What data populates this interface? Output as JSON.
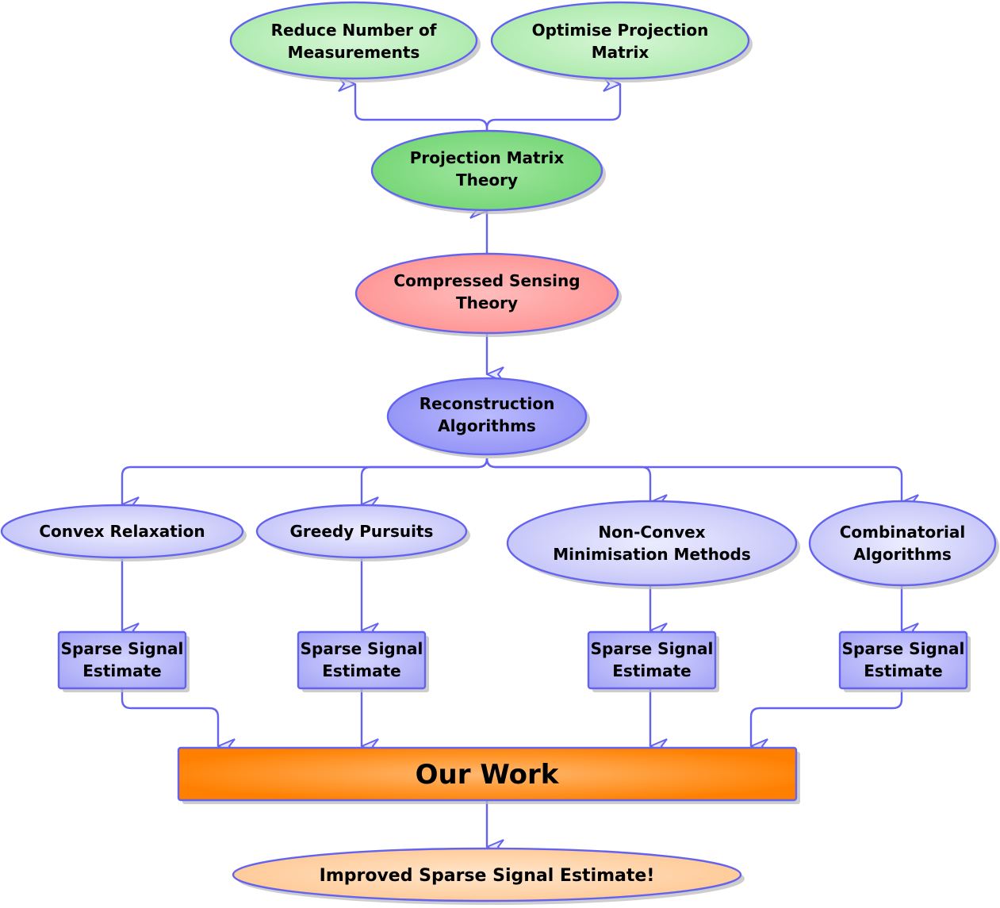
{
  "diagram": {
    "nodes": {
      "reduce_measurements": {
        "lines": [
          "Reduce Number of",
          "Measurements"
        ],
        "shape": "ellipse",
        "color": "#b8eeb8"
      },
      "optimise_matrix": {
        "lines": [
          "Optimise Projection",
          "Matrix"
        ],
        "shape": "ellipse",
        "color": "#b8eeb8"
      },
      "projection_theory": {
        "lines": [
          "Projection Matrix",
          "Theory"
        ],
        "shape": "ellipse",
        "color": "#80dc80"
      },
      "cs_theory": {
        "lines": [
          "Compressed Sensing",
          "Theory"
        ],
        "shape": "ellipse",
        "color": "#ff9c9c"
      },
      "reconstruction": {
        "lines": [
          "Reconstruction",
          "Algorithms"
        ],
        "shape": "ellipse",
        "color": "#9c9cf8"
      },
      "convex": {
        "lines": [
          "Convex Relaxation"
        ],
        "shape": "ellipse",
        "color": "#ccccfa"
      },
      "greedy": {
        "lines": [
          "Greedy Pursuits"
        ],
        "shape": "ellipse",
        "color": "#ccccfa"
      },
      "nonconvex": {
        "lines": [
          "Non-Convex",
          "Minimisation Methods"
        ],
        "shape": "ellipse",
        "color": "#ccccfa"
      },
      "combinatorial": {
        "lines": [
          "Combinatorial",
          "Algorithms"
        ],
        "shape": "ellipse",
        "color": "#ccccfa"
      },
      "sse1": {
        "lines": [
          "Sparse Signal",
          "Estimate"
        ],
        "shape": "rect",
        "color": "#b0b0f8"
      },
      "sse2": {
        "lines": [
          "Sparse Signal",
          "Estimate"
        ],
        "shape": "rect",
        "color": "#b0b0f8"
      },
      "sse3": {
        "lines": [
          "Sparse Signal",
          "Estimate"
        ],
        "shape": "rect",
        "color": "#b0b0f8"
      },
      "sse4": {
        "lines": [
          "Sparse Signal",
          "Estimate"
        ],
        "shape": "rect",
        "color": "#b0b0f8"
      },
      "our_work": {
        "lines": [
          "Our Work"
        ],
        "shape": "rect",
        "color": "#ff8000"
      },
      "improved": {
        "lines": [
          "Improved Sparse Signal Estimate!"
        ],
        "shape": "ellipse",
        "color": "#ffcc99"
      }
    },
    "edges": [
      {
        "from": "projection_theory",
        "to": "reduce_measurements"
      },
      {
        "from": "projection_theory",
        "to": "optimise_matrix"
      },
      {
        "from": "cs_theory",
        "to": "projection_theory"
      },
      {
        "from": "cs_theory",
        "to": "reconstruction"
      },
      {
        "from": "reconstruction",
        "to": "convex"
      },
      {
        "from": "reconstruction",
        "to": "greedy"
      },
      {
        "from": "reconstruction",
        "to": "nonconvex"
      },
      {
        "from": "reconstruction",
        "to": "combinatorial"
      },
      {
        "from": "convex",
        "to": "sse1"
      },
      {
        "from": "greedy",
        "to": "sse2"
      },
      {
        "from": "nonconvex",
        "to": "sse3"
      },
      {
        "from": "combinatorial",
        "to": "sse4"
      },
      {
        "from": "sse1",
        "to": "our_work"
      },
      {
        "from": "sse2",
        "to": "our_work"
      },
      {
        "from": "sse3",
        "to": "our_work"
      },
      {
        "from": "sse4",
        "to": "our_work"
      },
      {
        "from": "our_work",
        "to": "improved"
      }
    ],
    "edge_color": "#6363f0"
  }
}
